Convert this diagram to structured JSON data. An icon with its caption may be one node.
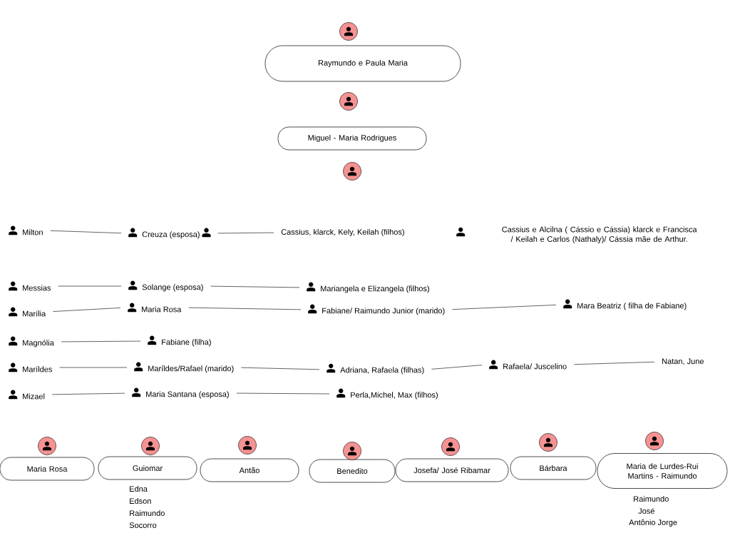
{
  "diagram": {
    "nodes": [
      {
        "text": [
          "Raymundo e Paula Maria"
        ]
      },
      {
        "text": [
          "Miguel - Maria Rodrigues"
        ]
      },
      {
        "text": [
          "Milton"
        ]
      },
      {
        "text": [
          "Creuza (esposa)"
        ]
      },
      {
        "text": [
          "Cassius, klarck, Kely, Keilah (filhos)"
        ]
      },
      {
        "text": [
          "Messias"
        ]
      },
      {
        "text": [
          "Solange (esposa)"
        ]
      },
      {
        "text": [
          "Mariangela e Elizangela (filhos)"
        ]
      },
      {
        "text": [
          "Marília"
        ]
      },
      {
        "text": [
          "Maria Rosa"
        ]
      },
      {
        "text": [
          "Fabiane/ Raimundo Junior (marido)"
        ]
      },
      {
        "text": [
          "Mara Beatriz ( filha de Fabiane)"
        ]
      },
      {
        "text": [
          "Magnólia"
        ]
      },
      {
        "text": [
          "Fabiane (filha)"
        ]
      },
      {
        "text": [
          "Maríldes"
        ]
      },
      {
        "text": [
          "Maríldes/Rafael (marido)"
        ]
      },
      {
        "text": [
          "Adriana, Rafaela (filhas)"
        ]
      },
      {
        "text": [
          "Rafaela/ Juscelino"
        ]
      },
      {
        "text": [
          "Natan, June"
        ]
      },
      {
        "text": [
          "Mizael"
        ]
      },
      {
        "text": [
          "Maria Santana (esposa)"
        ]
      },
      {
        "text": [
          "Perla,Michel, Max (filhos)"
        ]
      },
      {
        "text": [
          "Maria Rosa"
        ]
      },
      {
        "text": [
          "Guiomar"
        ],
        "beside": [
          "Edna",
          "Edson",
          "Raimundo",
          "Socorro"
        ]
      },
      {
        "text": [
          "Antão"
        ]
      },
      {
        "text": [
          "Benedito"
        ]
      },
      {
        "text": [
          "Josefa/ José Ribamar"
        ]
      },
      {
        "text": [
          "Bárbara"
        ]
      },
      {
        "text": [
          "Maria de Lurdes-Rui Martins - Raimundo"
        ],
        "beside": [
          "Raimundo",
          "José",
          "Antônio Jorge"
        ]
      }
    ],
    "edges": [
      {
        "from": 2,
        "to": 3,
        "arrow": "none"
      },
      {
        "from": 3,
        "to": 4,
        "arrow": "none"
      },
      {
        "from": 5,
        "to": 6,
        "arrow": "none"
      },
      {
        "from": 6,
        "to": 7,
        "arrow": "none"
      },
      {
        "from": 8,
        "to": 9,
        "arrow": "none"
      },
      {
        "from": 9,
        "to": 10,
        "arrow": "none"
      },
      {
        "from": 10,
        "to": 11,
        "arrow": "none"
      },
      {
        "from": 12,
        "to": 13,
        "arrow": "none"
      },
      {
        "from": 14,
        "to": 15,
        "arrow": "none"
      },
      {
        "from": 15,
        "to": 16,
        "arrow": "none"
      },
      {
        "from": 16,
        "to": 17,
        "arrow": "none"
      },
      {
        "from": 17,
        "to": 18,
        "arrow": "none"
      },
      {
        "from": 19,
        "to": 20,
        "arrow": "none"
      },
      {
        "from": 20,
        "to": 21,
        "arrow": "none"
      }
    ],
    "labels": [
      "Cassius e Alcilna ( Cássio e Cássia) klarck e Francisca / Keilah e Carlos (Nathaly)/ Cássia mãe de Arthur."
    ]
  }
}
